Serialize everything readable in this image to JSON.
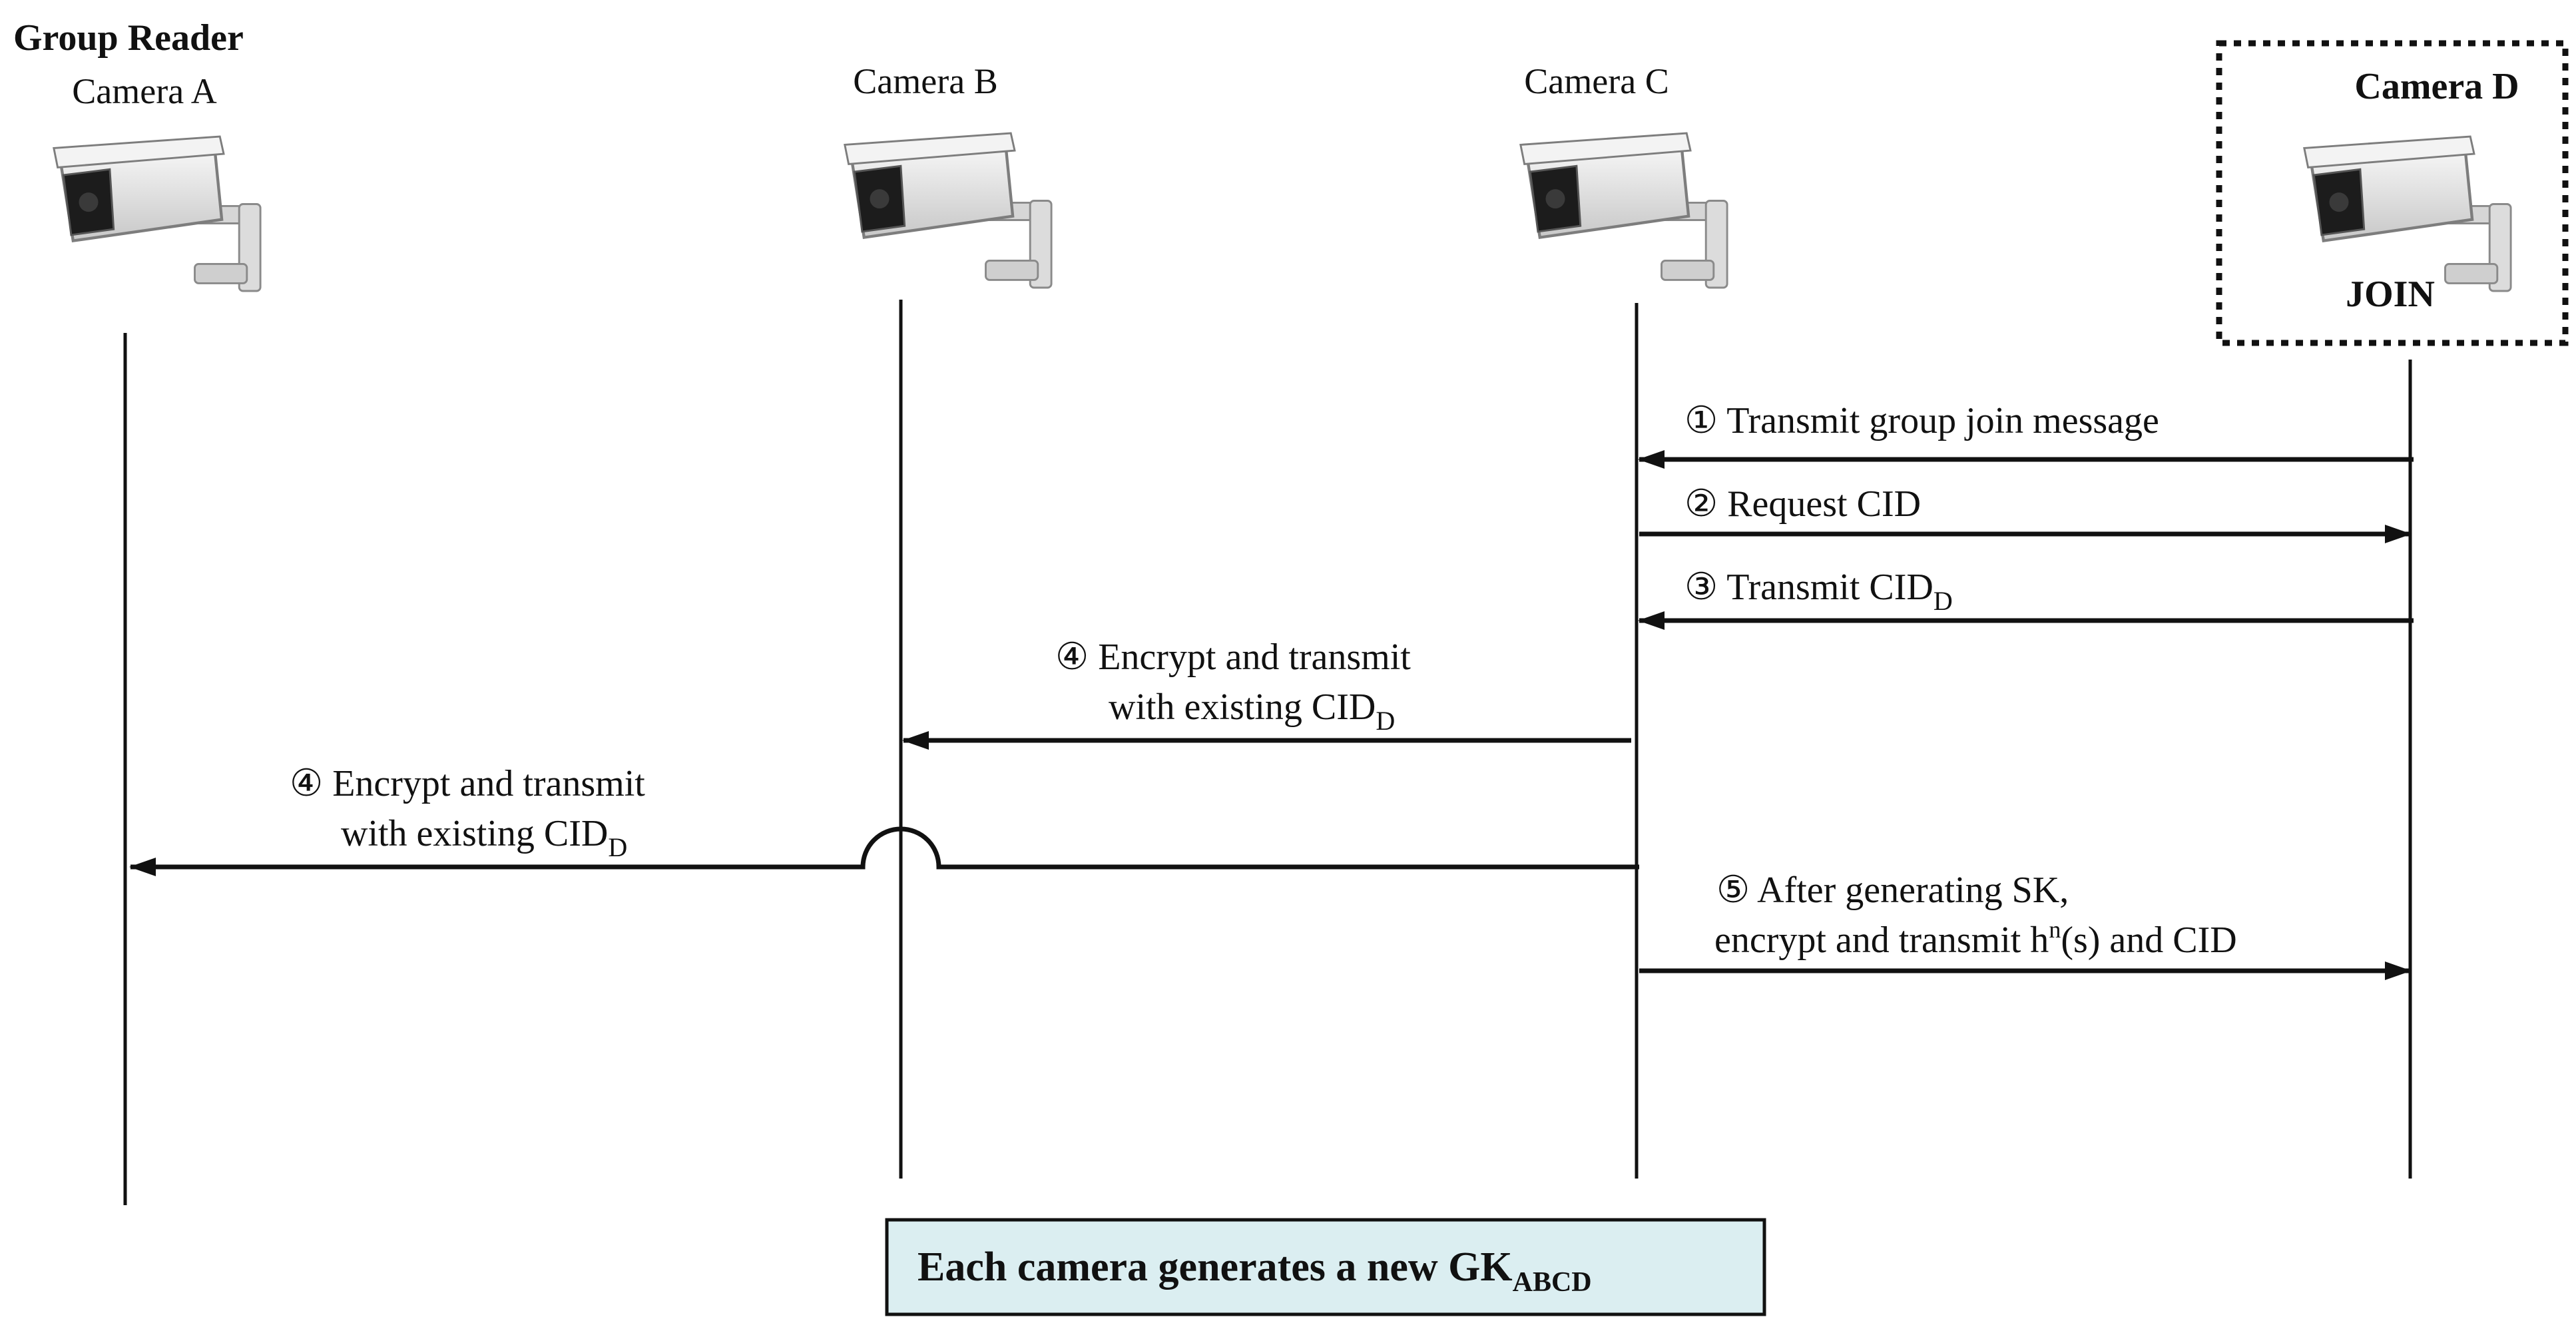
{
  "group_reader_label": "Group Reader",
  "cameras": [
    {
      "id": "a",
      "label": "Camera A"
    },
    {
      "id": "b",
      "label": "Camera B"
    },
    {
      "id": "c",
      "label": "Camera C"
    },
    {
      "id": "d",
      "label": "Camera D",
      "status": "JOIN"
    }
  ],
  "messages": [
    {
      "step": "①",
      "text": "Transmit group join message"
    },
    {
      "step": "②",
      "text": "Request CID"
    },
    {
      "step": "③",
      "text": "Transmit CID",
      "sub": "D"
    },
    {
      "step": "④",
      "line1": "Encrypt and transmit",
      "line2": "with existing CID",
      "sub": "D"
    },
    {
      "step": "④",
      "line1": "Encrypt and transmit",
      "line2": "with existing CID",
      "sub": "D"
    },
    {
      "step": "⑤",
      "line1": "After generating SK,",
      "line2_pre": "encrypt and transmit h",
      "sup": "n",
      "line2_post": "(s) and CID"
    }
  ],
  "footer": {
    "text": "Each camera generates a new GK",
    "sub": "ABCD"
  },
  "colors": {
    "ink": "#111111",
    "footer_bg": "#dbeef1",
    "camera_body": "#e9e9e9",
    "lens": "#1c1c1c"
  }
}
